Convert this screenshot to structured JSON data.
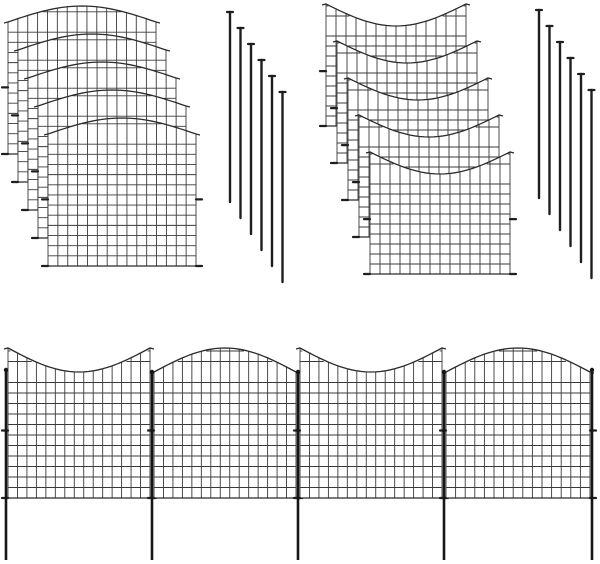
{
  "image": {
    "kind": "product-photo",
    "subject": "decorative-wire-garden-fence-kit",
    "background_color": "#ffffff",
    "wire_color": "#2b2b2b"
  },
  "stacks": [
    {
      "name": "arched-panel-stack",
      "count": 5,
      "top_edge": "arch"
    },
    {
      "name": "wave-panel-stack",
      "count": 5,
      "top_edge": "wave"
    }
  ],
  "stake_groups": [
    {
      "name": "stakes-group-1",
      "count": 6
    },
    {
      "name": "stakes-group-2",
      "count": 6
    }
  ],
  "assembled_fence": {
    "panel_count": 4,
    "post_count": 5,
    "pattern": [
      "wave",
      "arch",
      "wave",
      "arch"
    ]
  }
}
